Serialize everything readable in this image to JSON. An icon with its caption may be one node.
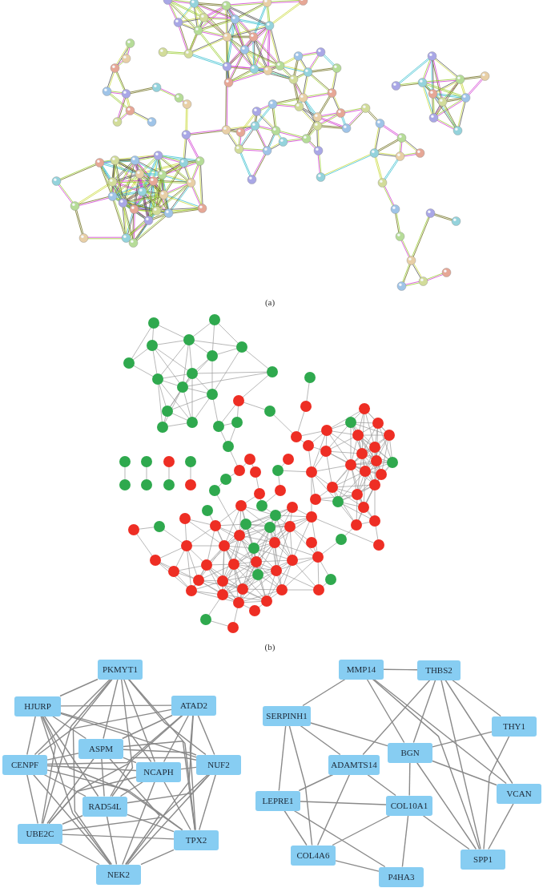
{
  "diagram": {
    "nodes": [
      {
        "text": [
          "PKMYT1"
        ]
      },
      {
        "text": [
          "HJURP"
        ]
      },
      {
        "text": [
          "ATAD2"
        ]
      },
      {
        "text": [
          "ASPM"
        ]
      },
      {
        "text": [
          "CENPF"
        ]
      },
      {
        "text": [
          "NUF2"
        ]
      },
      {
        "text": [
          "NCAPH"
        ]
      },
      {
        "text": [
          "RAD54L"
        ]
      },
      {
        "text": [
          "UBE2C"
        ]
      },
      {
        "text": [
          "TPX2"
        ]
      },
      {
        "text": [
          "NEK2"
        ]
      },
      {
        "text": [
          "MMP14"
        ]
      },
      {
        "text": [
          "THBS2"
        ]
      },
      {
        "text": [
          "SERPINH1"
        ]
      },
      {
        "text": [
          "THY1"
        ]
      },
      {
        "text": [
          "BGN"
        ]
      },
      {
        "text": [
          "ADAMTS14"
        ]
      },
      {
        "text": [
          "VCAN"
        ]
      },
      {
        "text": [
          "LEPRE1"
        ]
      },
      {
        "text": [
          "COL10A1"
        ]
      },
      {
        "text": [
          "COL4A6"
        ]
      },
      {
        "text": [
          "SPP1"
        ]
      },
      {
        "text": [
          "P4HA3"
        ]
      }
    ],
    "edges": [
      {
        "from": 0,
        "to": 1,
        "arrow": "none"
      },
      {
        "from": 0,
        "to": 3,
        "arrow": "none"
      },
      {
        "from": 0,
        "to": 4,
        "arrow": "none"
      },
      {
        "from": 0,
        "to": 5,
        "arrow": "none"
      },
      {
        "from": 0,
        "to": 6,
        "arrow": "none"
      },
      {
        "from": 0,
        "to": 7,
        "arrow": "none"
      },
      {
        "from": 0,
        "to": 8,
        "arrow": "none"
      },
      {
        "from": 0,
        "to": 9,
        "arrow": "none"
      },
      {
        "from": 0,
        "to": 10,
        "arrow": "none"
      },
      {
        "from": 1,
        "to": 2,
        "arrow": "none"
      },
      {
        "from": 1,
        "to": 3,
        "arrow": "none"
      },
      {
        "from": 1,
        "to": 4,
        "arrow": "none"
      },
      {
        "from": 1,
        "to": 5,
        "arrow": "none"
      },
      {
        "from": 1,
        "to": 6,
        "arrow": "none"
      },
      {
        "from": 1,
        "to": 7,
        "arrow": "none"
      },
      {
        "from": 1,
        "to": 8,
        "arrow": "none"
      },
      {
        "from": 1,
        "to": 9,
        "arrow": "none"
      },
      {
        "from": 1,
        "to": 10,
        "arrow": "none"
      },
      {
        "from": 2,
        "to": 3,
        "arrow": "none"
      },
      {
        "from": 2,
        "to": 4,
        "arrow": "none"
      },
      {
        "from": 2,
        "to": 5,
        "arrow": "none"
      },
      {
        "from": 2,
        "to": 6,
        "arrow": "none"
      },
      {
        "from": 2,
        "to": 7,
        "arrow": "none"
      },
      {
        "from": 2,
        "to": 8,
        "arrow": "none"
      },
      {
        "from": 2,
        "to": 9,
        "arrow": "none"
      },
      {
        "from": 2,
        "to": 10,
        "arrow": "none"
      },
      {
        "from": 3,
        "to": 4,
        "arrow": "none"
      },
      {
        "from": 3,
        "to": 5,
        "arrow": "none"
      },
      {
        "from": 3,
        "to": 6,
        "arrow": "none"
      },
      {
        "from": 3,
        "to": 7,
        "arrow": "none"
      },
      {
        "from": 3,
        "to": 8,
        "arrow": "none"
      },
      {
        "from": 3,
        "to": 9,
        "arrow": "none"
      },
      {
        "from": 3,
        "to": 10,
        "arrow": "none"
      },
      {
        "from": 4,
        "to": 5,
        "arrow": "none"
      },
      {
        "from": 4,
        "to": 6,
        "arrow": "none"
      },
      {
        "from": 4,
        "to": 7,
        "arrow": "none"
      },
      {
        "from": 4,
        "to": 8,
        "arrow": "none"
      },
      {
        "from": 4,
        "to": 9,
        "arrow": "none"
      },
      {
        "from": 4,
        "to": 10,
        "arrow": "none"
      },
      {
        "from": 5,
        "to": 6,
        "arrow": "none"
      },
      {
        "from": 5,
        "to": 7,
        "arrow": "none"
      },
      {
        "from": 5,
        "to": 8,
        "arrow": "none"
      },
      {
        "from": 5,
        "to": 9,
        "arrow": "none"
      },
      {
        "from": 5,
        "to": 10,
        "arrow": "none"
      },
      {
        "from": 6,
        "to": 7,
        "arrow": "none"
      },
      {
        "from": 6,
        "to": 8,
        "arrow": "none"
      },
      {
        "from": 6,
        "to": 9,
        "arrow": "none"
      },
      {
        "from": 6,
        "to": 10,
        "arrow": "none"
      },
      {
        "from": 7,
        "to": 8,
        "arrow": "none"
      },
      {
        "from": 7,
        "to": 9,
        "arrow": "none"
      },
      {
        "from": 7,
        "to": 10,
        "arrow": "none"
      },
      {
        "from": 8,
        "to": 9,
        "arrow": "none"
      },
      {
        "from": 8,
        "to": 10,
        "arrow": "none"
      },
      {
        "from": 9,
        "to": 10,
        "arrow": "none"
      },
      {
        "from": 11,
        "to": 12,
        "arrow": "none"
      },
      {
        "from": 11,
        "to": 13,
        "arrow": "none"
      },
      {
        "from": 11,
        "to": 15,
        "arrow": "none"
      },
      {
        "from": 11,
        "to": 21,
        "arrow": "none"
      },
      {
        "from": 11,
        "to": 17,
        "arrow": "none"
      },
      {
        "from": 12,
        "to": 16,
        "arrow": "none"
      },
      {
        "from": 12,
        "to": 15,
        "arrow": "none"
      },
      {
        "from": 12,
        "to": 21,
        "arrow": "none"
      },
      {
        "from": 12,
        "to": 17,
        "arrow": "none"
      },
      {
        "from": 12,
        "to": 14,
        "arrow": "none"
      },
      {
        "from": 13,
        "to": 15,
        "arrow": "none"
      },
      {
        "from": 13,
        "to": 16,
        "arrow": "none"
      },
      {
        "from": 13,
        "to": 18,
        "arrow": "none"
      },
      {
        "from": 13,
        "to": 20,
        "arrow": "none"
      },
      {
        "from": 14,
        "to": 15,
        "arrow": "none"
      },
      {
        "from": 14,
        "to": 21,
        "arrow": "none"
      },
      {
        "from": 15,
        "to": 17,
        "arrow": "none"
      },
      {
        "from": 15,
        "to": 19,
        "arrow": "none"
      },
      {
        "from": 15,
        "to": 21,
        "arrow": "none"
      },
      {
        "from": 16,
        "to": 18,
        "arrow": "none"
      },
      {
        "from": 16,
        "to": 19,
        "arrow": "none"
      },
      {
        "from": 16,
        "to": 20,
        "arrow": "none"
      },
      {
        "from": 18,
        "to": 19,
        "arrow": "none"
      },
      {
        "from": 18,
        "to": 20,
        "arrow": "none"
      },
      {
        "from": 18,
        "to": 22,
        "arrow": "none"
      },
      {
        "from": 19,
        "to": 20,
        "arrow": "none"
      },
      {
        "from": 19,
        "to": 22,
        "arrow": "none"
      },
      {
        "from": 19,
        "to": 21,
        "arrow": "none"
      },
      {
        "from": 20,
        "to": 22,
        "arrow": "none"
      },
      {
        "from": 17,
        "to": 21,
        "arrow": "none"
      }
    ],
    "labels": [
      "(a)",
      "(b)"
    ]
  }
}
